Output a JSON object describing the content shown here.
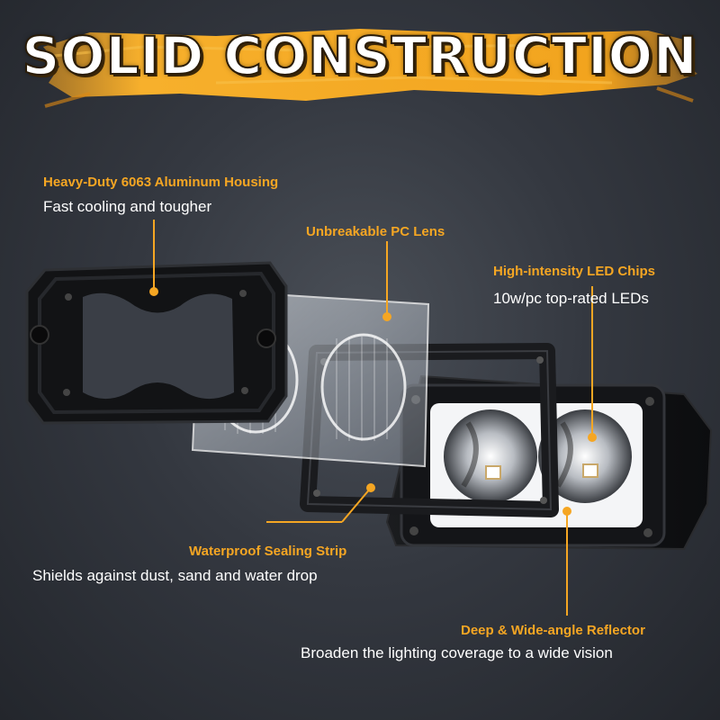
{
  "title": "SOLID CONSTRUCTION",
  "colors": {
    "accent": "#f5a623",
    "text": "#ffffff",
    "background": "#2f333a"
  },
  "callouts": [
    {
      "label": "Heavy-Duty 6063 Aluminum Housing",
      "desc": "Fast cooling and tougher"
    },
    {
      "label": "Unbreakable PC Lens",
      "desc": ""
    },
    {
      "label": "High-intensity LED Chips",
      "desc": "10w/pc top-rated LEDs"
    },
    {
      "label": "Waterproof Sealing Strip",
      "desc": "Shields against dust, sand and water drop"
    },
    {
      "label": "Deep & Wide-angle Reflector",
      "desc": "Broaden the lighting coverage to a wide vision"
    }
  ]
}
